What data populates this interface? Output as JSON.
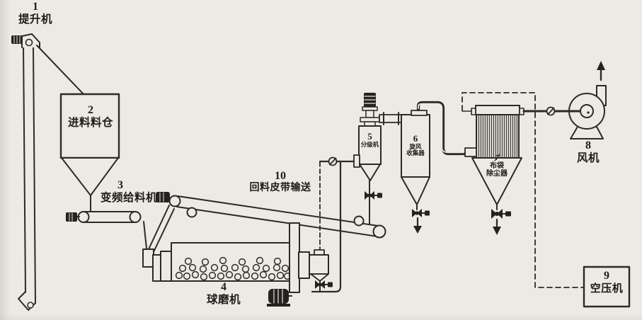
{
  "figure": {
    "type": "process-flow-diagram",
    "colors": {
      "background": "#eceae4",
      "line": "#2b2a27"
    },
    "labels": {
      "elevator": {
        "num": "1",
        "name": "提升机"
      },
      "feed_silo": {
        "num": "2",
        "name": "进料料仓"
      },
      "feeder": {
        "num": "3",
        "name": "变频给料机"
      },
      "ball_mill": {
        "num": "4",
        "name": "球磨机"
      },
      "classifier": {
        "num": "5",
        "name": "分级机"
      },
      "cyclone": {
        "num": "6",
        "name1": "旋风",
        "name2": "收集器"
      },
      "bag_filter": {
        "num": "7",
        "name1": "布袋",
        "name2": "除尘器"
      },
      "fan": {
        "num": "8",
        "name": "风机"
      },
      "air_compressor": {
        "num": "9",
        "name": "空压机"
      },
      "return_belt": {
        "num": "10",
        "name": "回料皮带输送"
      }
    }
  }
}
